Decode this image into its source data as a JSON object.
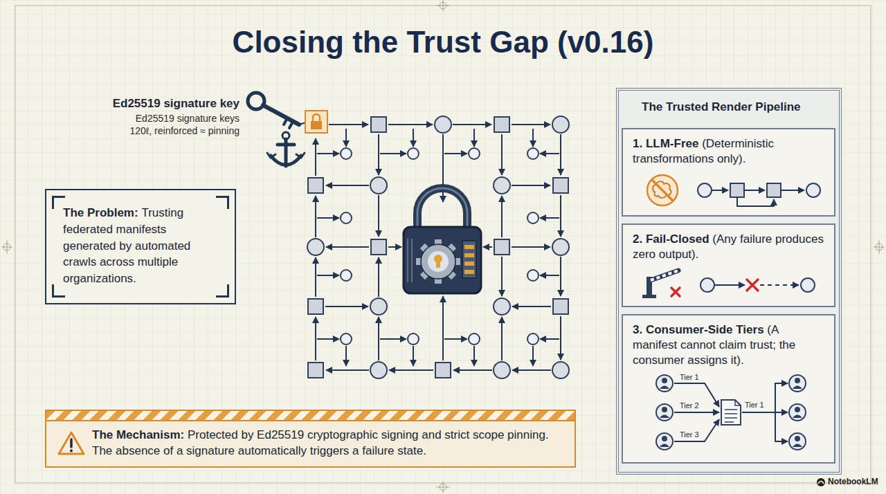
{
  "diagram": {
    "title": "Closing the Trust Gap (v0.16)",
    "nodes": [
      {
        "text": [
          "The Problem:",
          "Trusting federated manifests generated by automated crawls across multiple organizations."
        ]
      },
      {
        "text": [
          "The Trusted Render Pipeline"
        ]
      },
      {
        "text": [
          "1. LLM-Free",
          "(Deterministic transformations only)."
        ],
        "in": 1
      },
      {
        "text": [
          "2. Fail-Closed",
          "(Any failure produces zero output)."
        ],
        "in": 1
      },
      {
        "text": [
          "3. Consumer-Side Tiers",
          "(A manifest cannot claim trust; the consumer assigns it)."
        ],
        "in": 1
      },
      {
        "text": [
          "The Mechanism:",
          "Protected by Ed25519 cryptographic signing and strict scope pinning. The absence of a signature automatically triggers a failure state."
        ]
      }
    ],
    "labels": [
      "Ed25519 signature key",
      "Ed25519 signature keys",
      "120ℓ, reinforced ≈ pinning",
      "Tier 1",
      "Tier 2",
      "Tier 3",
      "Tier 1",
      "NotebookLM"
    ]
  }
}
